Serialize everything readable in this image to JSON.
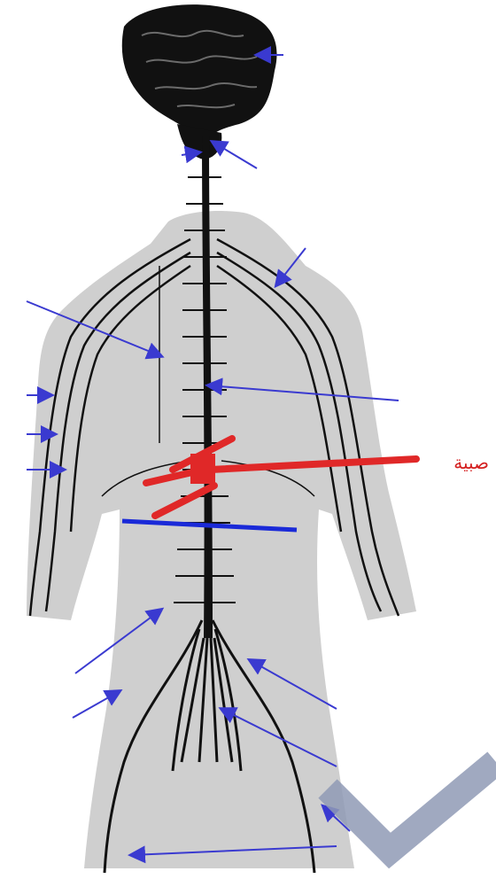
{
  "figure": {
    "subject": "nervous-system-diagram",
    "label_fragment": "صبية"
  },
  "colors": {
    "body": "#cfcfcf",
    "nerve": "#111111",
    "pointer_arrow": "#3a3ad0",
    "highlight_red": "#e02828",
    "highlight_blue": "#1a2ad8",
    "watermark": "#8f9ab5"
  },
  "icons": [
    "brain-icon",
    "spinal-cord-icon",
    "watermark-logo"
  ]
}
